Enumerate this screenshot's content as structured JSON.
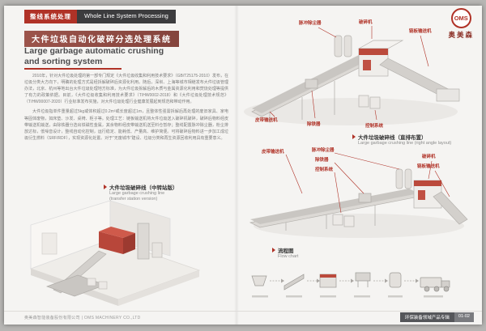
{
  "header": {
    "badge_cn": "整线系统处理",
    "badge_en": "Whole Line System Processing",
    "logo_text": "OMS",
    "brand": "奥美森"
  },
  "intro": {
    "title_cn": "大件垃圾自动化破碎分选处理系统",
    "title_en_line1": "Large garbage automatic crushing",
    "title_en_line2": "and sorting system",
    "para1": "2010年，针对大件垃圾处理的第一部专门规定《大件垃圾收集和利用技术要求》（GB/T25175-2010）发布，在垃圾分类大方向下，明确的处理方式是经拆解破碎后资源化利用。随后，深圳、上海等城市相继发布大件垃圾管理办法，北京、杭州等地出台大件垃圾处理地方标准，为大件垃圾拆解后的木质与金属资源化利用和焚烧处理等提供了有力的政策依据。目前，《大件垃圾收集和利用技术要求》（T/HW0002-2018）和《大件垃圾处理技术规范》（T/HW00007-2020）行业标准发布实施，对大件垃圾处理行业健康发展起到规范和带动作用。",
    "para2": "大件垃圾指单件重量超过5kg或体积超过0.2m³或长度超过1m，且整体性强需拆解后再处理的废旧家具、家电等固体废物，如床垫、沙发、桌椅、柜子等。处理工艺：链板输送机将大件垃圾送入破碎机破碎，破碎后物料经皮带输送机输送，由除铁器分选出铁磁性金属，其余物料经皮带输送机送至料仓暂存；整线配置脉冲除尘器，粉尘排放达标，低噪音设计，整线自动化控制，运行稳定、能耗低、产量高、维护简便。可将破碎后物料进一步加工成垃圾衍生燃料（SRF/RDF），实现资源化处置。对于“无废城市”建设、垃圾分类和再生资源回收利用具有重要意义。"
  },
  "left_illustration": {
    "caption_cn": "大件垃圾破碎线（中转站版）",
    "caption_en_line1": "Large garbage crushing line",
    "caption_en_line2": "(transfer station version)"
  },
  "layout1": {
    "caption_cn": "大件垃圾破碎线（直排布置）",
    "caption_en": "Large garbage crushing line (right angle layout)",
    "labels": {
      "dust": "脉冲除尘器",
      "crusher": "破碎机",
      "chain": "链板输送机",
      "belt": "皮带输送机",
      "iron": "除铁器",
      "control": "控制系统"
    }
  },
  "layout2": {
    "labels": {
      "belt": "皮带输送机",
      "dust": "脉冲除尘器",
      "iron": "除铁器",
      "control": "控制系统",
      "crusher": "破碎机",
      "chain": "链板输送机"
    }
  },
  "flow": {
    "caption_cn": "流程图",
    "caption_en": "Flow chart"
  },
  "footer": {
    "company_cn": "奥美森智能装备股份有限公司",
    "separator": "|",
    "company_en": "OMS MACHINERY CO.,LTD",
    "album": "环保装备领域产品专辑",
    "page": "01-02"
  }
}
